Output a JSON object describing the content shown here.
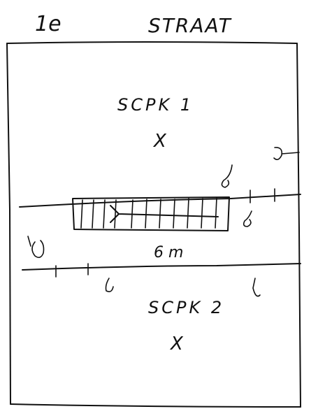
{
  "header": {
    "number": "1e",
    "street": "STRAAT"
  },
  "zones": {
    "top_label": "SCPK 1",
    "top_mark": "X",
    "bottom_label": "SCPK 2",
    "bottom_mark": "X"
  },
  "annotations": {
    "distance_label": "6 m"
  }
}
